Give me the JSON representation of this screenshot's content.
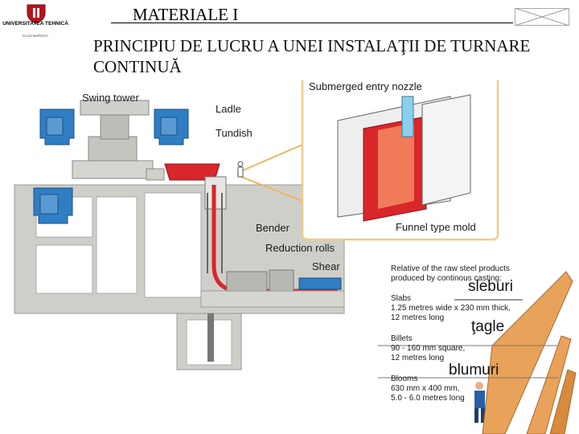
{
  "header": {
    "logo_name": "UNIVERSITATEA TEHNICĂ",
    "logo_city": "CLUJ-NAPOCA",
    "title": "MATERIALE I"
  },
  "page_title": "PRINCIPIU DE LUCRU A UNEI INSTALAŢII DE TURNARE CONTINUĂ",
  "diagram": {
    "labels": {
      "swing_tower": "Swing tower",
      "ladle": "Ladle",
      "tundish": "Tundish",
      "bender": "Bender",
      "reduction_rolls": "Reduction rolls",
      "shear": "Shear"
    },
    "inset": {
      "title": "Submerged entry nozzle",
      "caption": "Funnel type mold"
    },
    "products": {
      "intro": [
        "Relative of the raw steel products",
        "produced by continous casting:"
      ],
      "slabs": [
        "Slabs",
        "1.25 metres wide x 230 mm thick,",
        "12 metres long"
      ],
      "billets": [
        "Billets",
        "90 - 160 mm square,",
        "12 metres long"
      ],
      "blooms": [
        "Blooms",
        "630 mm x 400 mm,",
        "5.0 - 6.0 metres long"
      ],
      "sleburi": "sleburi",
      "tagle": "ţagle",
      "blumuri": "blumuri"
    }
  },
  "colors": {
    "ladle_blue": "#2f7ec4",
    "steel_red": "#d8262b",
    "machine_grey": "#c9c9c4",
    "inset_border": "#f3c98a",
    "wood": "#e8a25a"
  }
}
